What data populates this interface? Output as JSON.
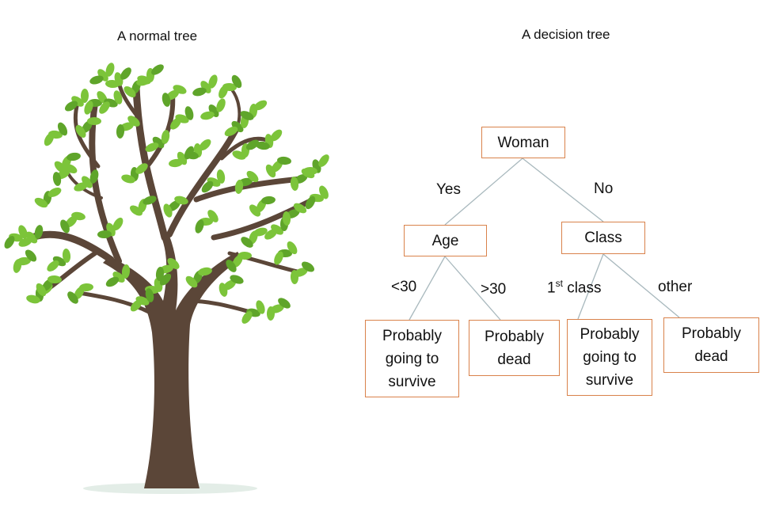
{
  "left_panel": {
    "title": "A normal tree",
    "illustration": "tree-illustration",
    "colors": {
      "trunk": "#5b4638",
      "leaf": "#7cc43a",
      "leaf_dark": "#5fa52a",
      "shadow": "#e3ede7"
    }
  },
  "right_panel": {
    "title": "A decision tree",
    "nodes": {
      "root": "Woman",
      "age": "Age",
      "class": "Class",
      "leaf1": "Probably going to survive",
      "leaf2": "Probably dead",
      "leaf3": "Probably going to survive",
      "leaf4": "Probably dead"
    },
    "edges": {
      "yes": "Yes",
      "no": "No",
      "lt30": "<30",
      "gt30": ">30",
      "first_class_num": "1",
      "first_class_sup": "st",
      "first_class_rest": " class",
      "other": "other"
    },
    "colors": {
      "node_border": "#d9824b",
      "edge": "#a8b8bd"
    }
  }
}
